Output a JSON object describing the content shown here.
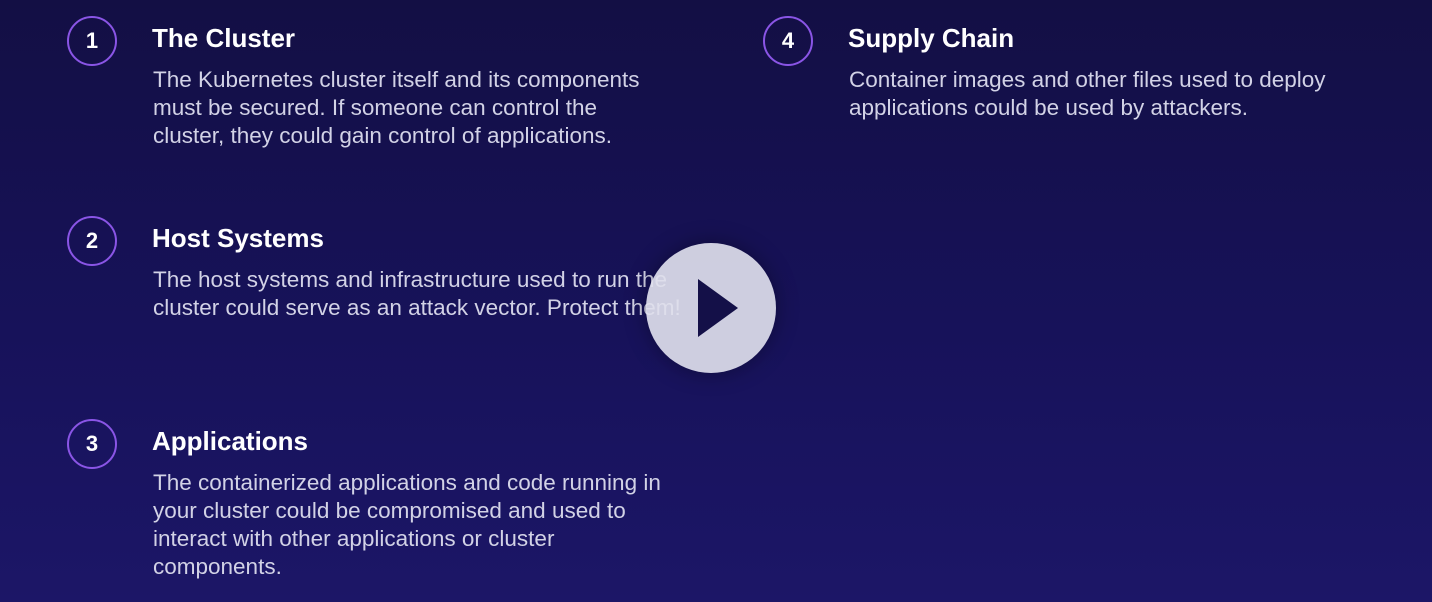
{
  "items": [
    {
      "number": "1",
      "title": "The Cluster",
      "description": "The Kubernetes cluster itself and its components must be secured. If someone can control the cluster, they could gain control of applications."
    },
    {
      "number": "2",
      "title": "Host Systems",
      "description": "The host systems and infrastructure used to run the cluster could serve as an attack vector. Protect them!"
    },
    {
      "number": "3",
      "title": "Applications",
      "description": "The containerized applications and code running in your cluster could be compromised and used to interact with other applications or cluster components."
    },
    {
      "number": "4",
      "title": "Supply Chain",
      "description": "Container images and other files used to deploy applications could be used by attackers."
    }
  ],
  "player": {
    "play_icon": "play-icon"
  },
  "colors": {
    "background": "#17125a",
    "accent_circle": "#8a55e6",
    "play_button": "#dedeeb"
  }
}
